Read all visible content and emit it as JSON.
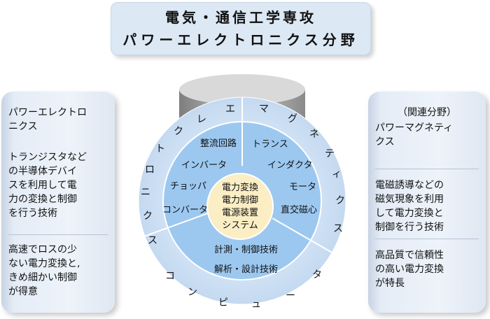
{
  "title": {
    "line1": "電気・通信工学専攻",
    "line2": "パワーエレクトロニクス分野"
  },
  "left_panel": {
    "item1": [
      "パワーエレクトロ",
      "ニクス"
    ],
    "item2": [
      "トランジスタなど",
      "の半導体デバイ",
      "スを利用して電",
      "力の変換と制御",
      "を行う技術"
    ],
    "item3": [
      "高速でロスの少",
      "ない電力変換と,",
      "きめ細かい制御",
      "が得意"
    ]
  },
  "right_panel": {
    "header": "（関連分野）",
    "item1": [
      "パワーマグネティ",
      "クス"
    ],
    "item2": [
      "電磁誘導などの",
      "磁気現象を利用",
      "して電力変換と",
      "制御を行う技術"
    ],
    "item3": [
      "高品質で信頼性",
      "の高い電力変換",
      "が特長"
    ]
  },
  "diagram": {
    "outer_electronics": [
      "エ",
      "レ",
      "ク",
      "ト",
      "ロ",
      "ニ",
      "ク",
      "ス"
    ],
    "outer_magnetics": [
      "マ",
      "グ",
      "ネ",
      "テ",
      "ィ",
      "ク",
      "ス"
    ],
    "outer_computer": [
      "コ",
      "ン",
      "ピ",
      "ュ",
      "ー",
      "タ"
    ],
    "mid_electronics": [
      "整流回路",
      "インバータ",
      "チョッパ",
      "コンバータ"
    ],
    "mid_magnetics": [
      "トランス",
      "インダクタ",
      "モータ",
      "直交磁心"
    ],
    "mid_computer": [
      "計測・制御技術",
      "解析・設計技術"
    ],
    "center": [
      "電力変換",
      "電力制御",
      "電源装置",
      "システム"
    ]
  },
  "colors": {
    "outer_ring": "#cfe0f4",
    "mid_ring": "#9cc8f0",
    "center": "#fbeec4",
    "cylinder": "#a9a9a9"
  }
}
